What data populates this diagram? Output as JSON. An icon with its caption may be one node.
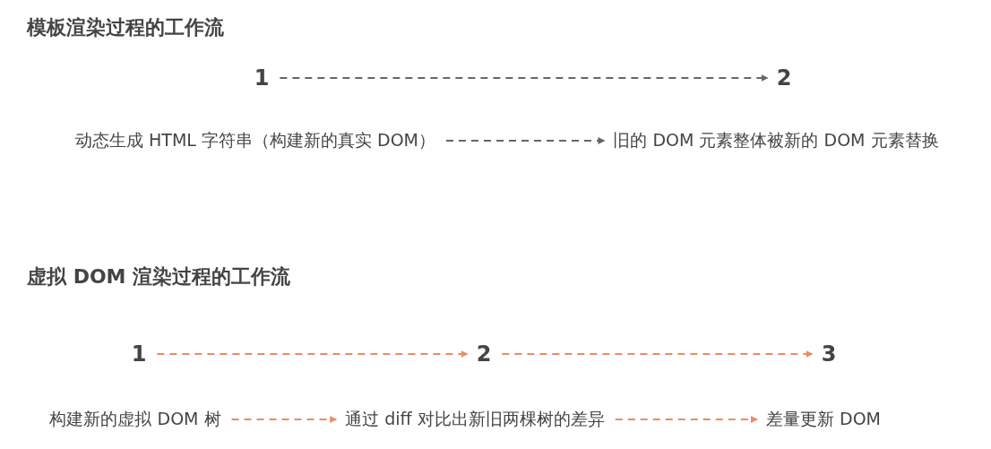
{
  "diagram": {
    "nodes": [
      {
        "text": [
          "1"
        ]
      },
      {
        "text": [
          "2"
        ]
      },
      {
        "text": [
          "动态生成 HTML 字符串（构建新的真实 DOM）"
        ]
      },
      {
        "text": [
          "旧的 DOM 元素整体被新的 DOM 元素替换"
        ]
      },
      {
        "text": [
          "1"
        ]
      },
      {
        "text": [
          "2"
        ]
      },
      {
        "text": [
          "3"
        ]
      },
      {
        "text": [
          "构建新的虚拟 DOM 树"
        ]
      },
      {
        "text": [
          "通过 diff 对比出新旧两棵树的差异"
        ]
      },
      {
        "text": [
          "差量更新 DOM"
        ]
      }
    ],
    "edges": [
      {
        "from": 0,
        "to": 1,
        "arrow": "to",
        "style": "dashed",
        "color": "#666666"
      },
      {
        "from": 2,
        "to": 3,
        "arrow": "to",
        "style": "dashed",
        "color": "#666666"
      },
      {
        "from": 4,
        "to": 5,
        "arrow": "to",
        "style": "dashed"
      },
      {
        "from": 5,
        "to": 6,
        "arrow": "to",
        "style": "dashed"
      },
      {
        "from": 7,
        "to": 8,
        "arrow": "to",
        "style": "dashed"
      },
      {
        "from": 8,
        "to": 9,
        "arrow": "to",
        "style": "dashed"
      }
    ],
    "labels": [
      "**模板渲染**过程的工作流",
      "**虚拟 DOM 渲染**过程的工作流"
    ]
  }
}
